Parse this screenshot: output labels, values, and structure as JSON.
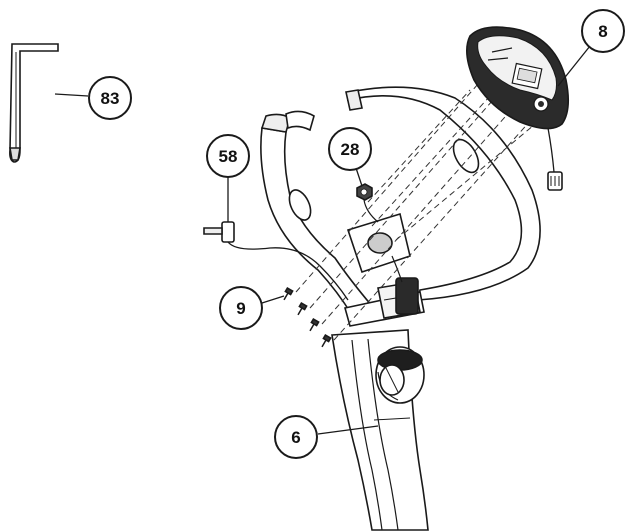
{
  "callouts": [
    {
      "id": "allen-key",
      "label": "83"
    },
    {
      "id": "cable",
      "label": "58"
    },
    {
      "id": "nut",
      "label": "28"
    },
    {
      "id": "console",
      "label": "8"
    },
    {
      "id": "screws",
      "label": "9"
    },
    {
      "id": "upright-post",
      "label": "6"
    }
  ],
  "colors": {
    "line": "#1a1a1a",
    "console_body": "#2b2b2b",
    "background": "#ffffff"
  }
}
